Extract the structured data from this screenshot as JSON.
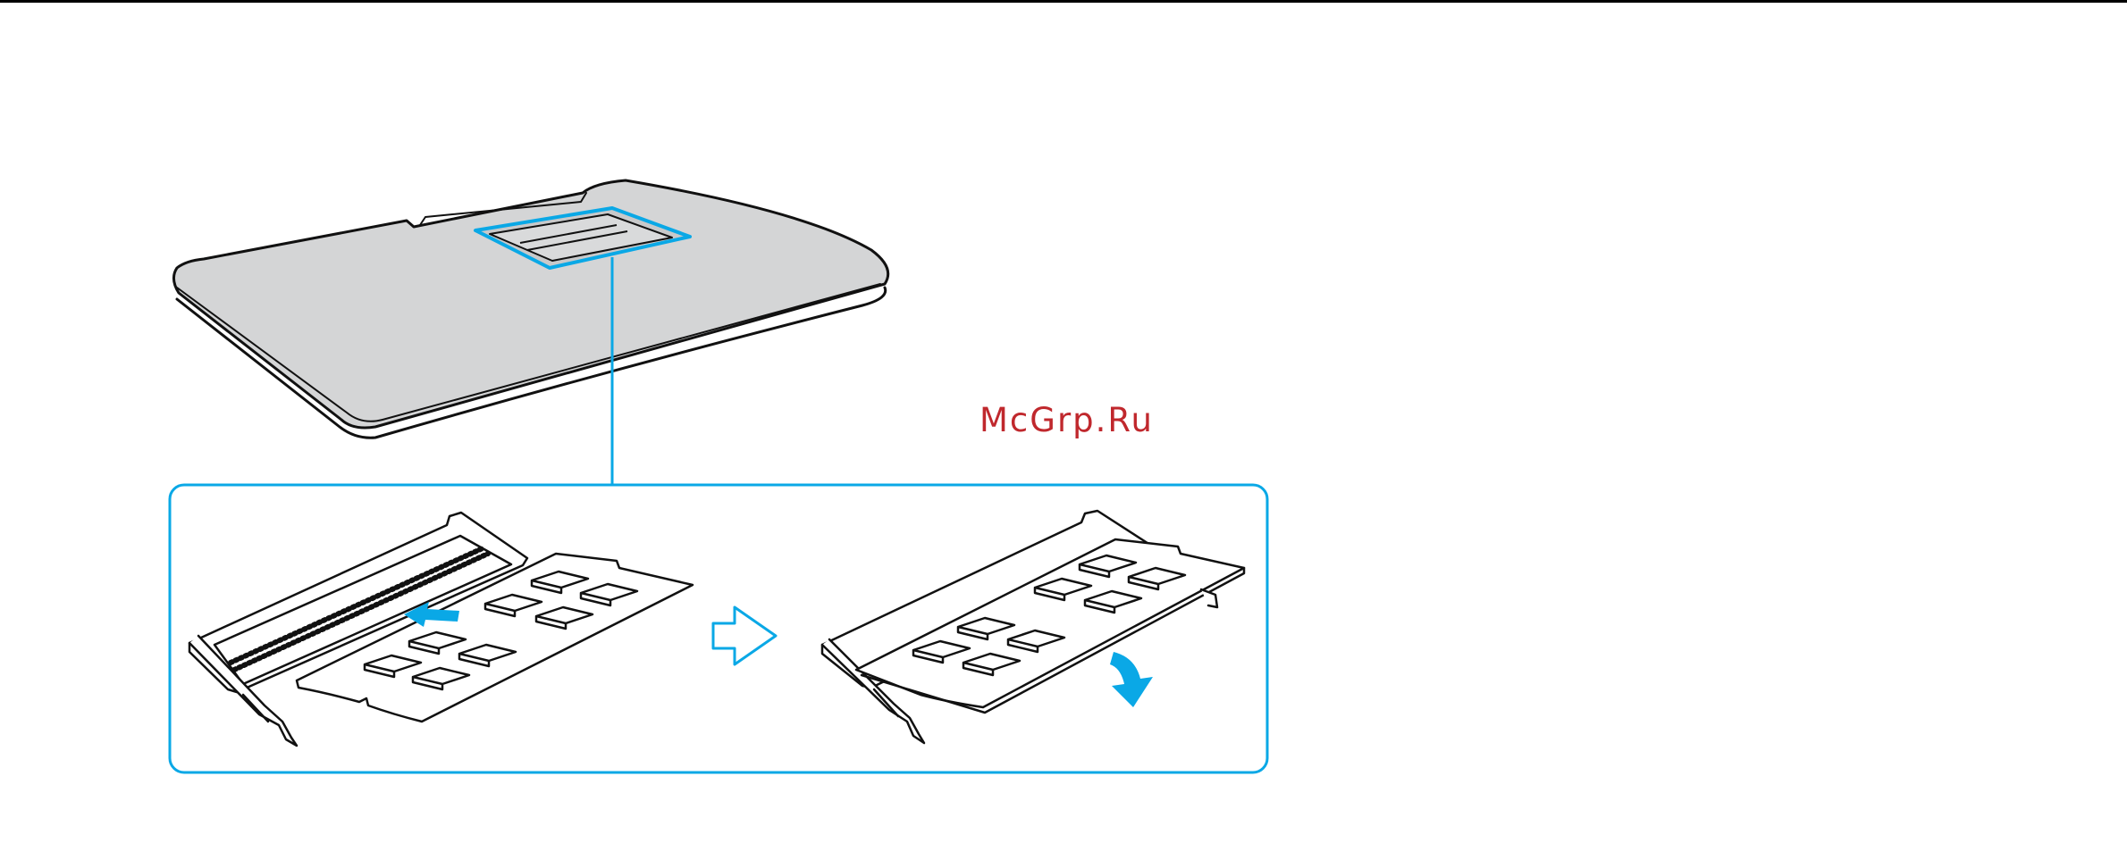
{
  "watermark": {
    "text": "McGrp.Ru"
  },
  "colors": {
    "accent_cyan": "#0aa8e6",
    "laptop_fill": "#d4d5d6",
    "line": "#111111",
    "watermark": "#c0282d",
    "background": "#ffffff"
  },
  "icons": {
    "step_arrow": "outline-right-arrow",
    "insert_arrow": "solid-left-arrow",
    "press_arrow": "curved-down-arrow"
  }
}
